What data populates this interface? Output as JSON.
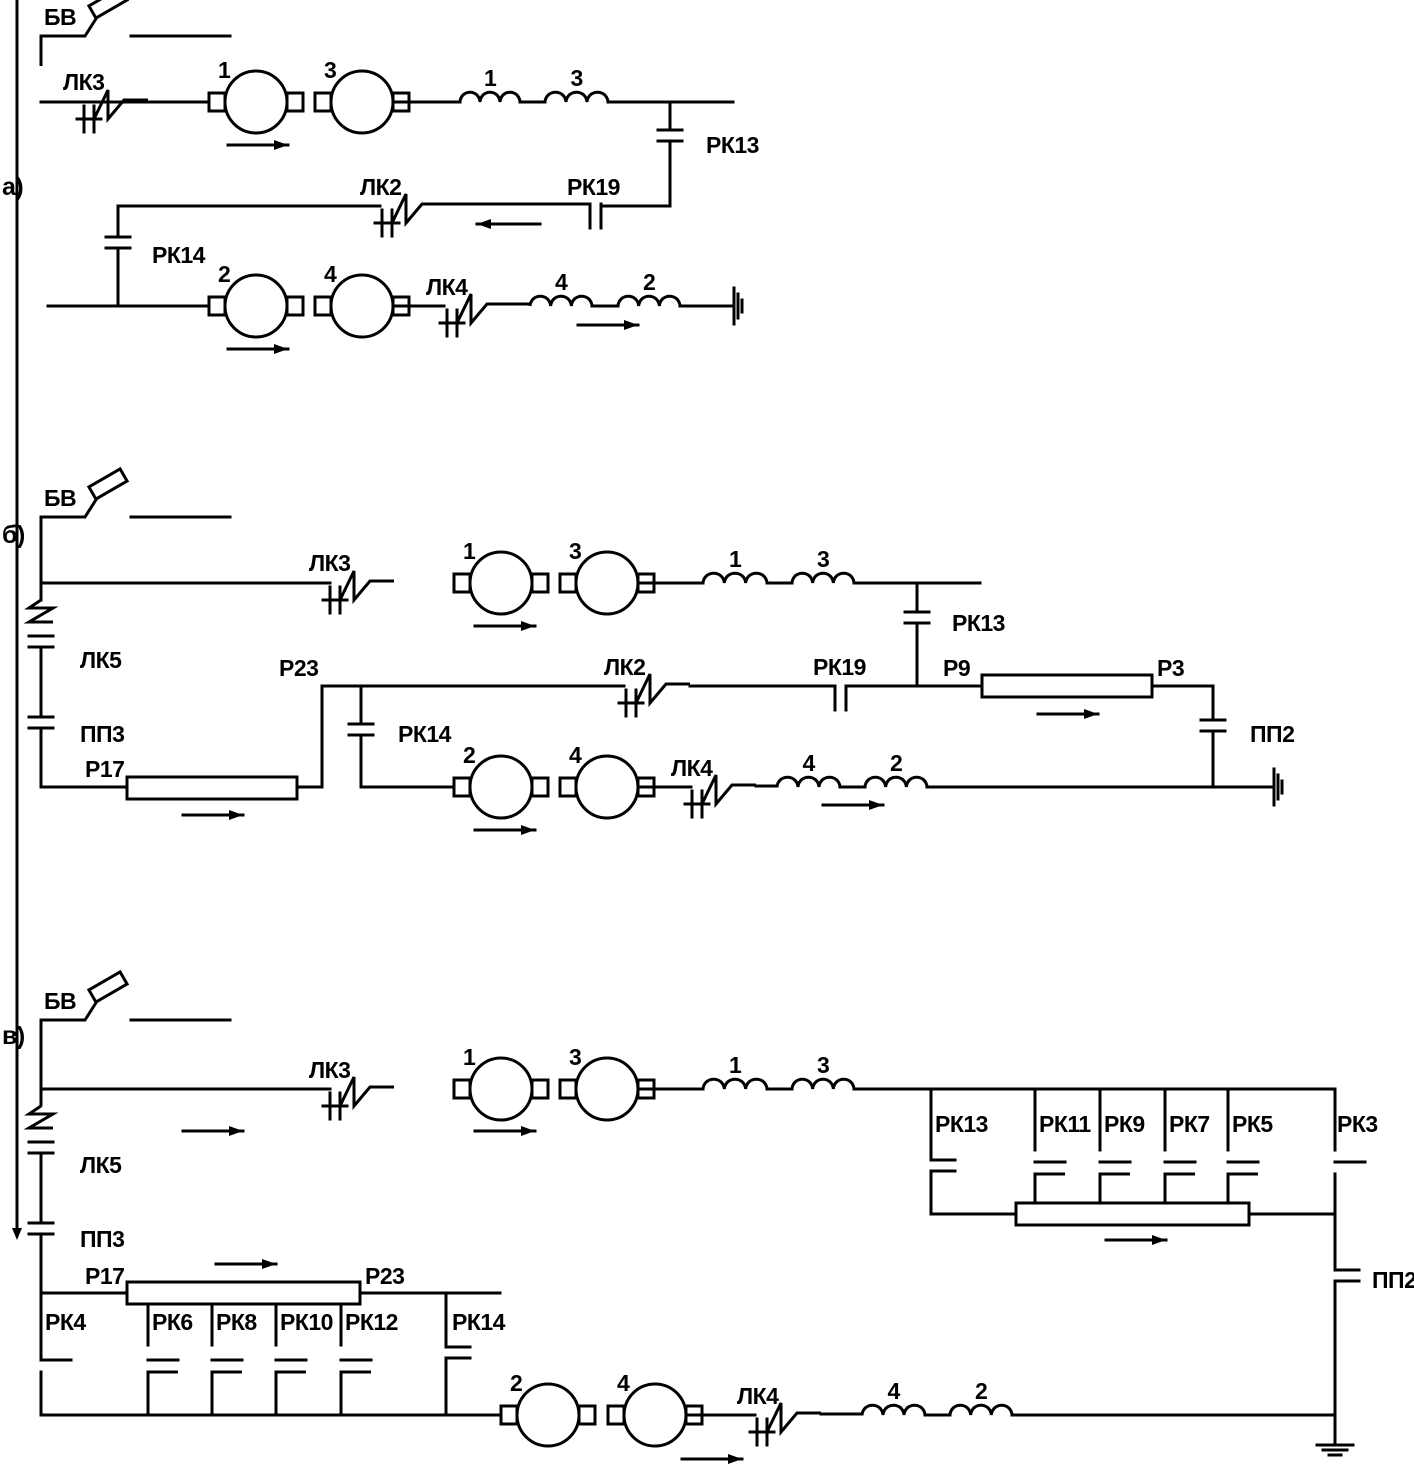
{
  "labels": {
    "bv": "БВ",
    "lk2": "ЛК2",
    "lk3": "ЛК3",
    "lk4": "ЛК4",
    "lk5": "ЛК5",
    "pp2": "ПП2",
    "pp3": "ПП3",
    "rk3": "РК3",
    "rk4": "РК4",
    "rk5": "РК5",
    "rk6": "РК6",
    "rk7": "РК7",
    "rk8": "РК8",
    "rk9": "РК9",
    "rk10": "РК10",
    "rk11": "РК11",
    "rk12": "РК12",
    "rk13": "РК13",
    "rk14": "РК14",
    "rk19": "РК19",
    "r3": "Р3",
    "r9": "Р9",
    "r17": "Р17",
    "r23": "Р23",
    "n1": "1",
    "n2": "2",
    "n3": "3",
    "n4": "4"
  },
  "parts": {
    "a": "а)",
    "b": "б)",
    "v": "в)"
  }
}
